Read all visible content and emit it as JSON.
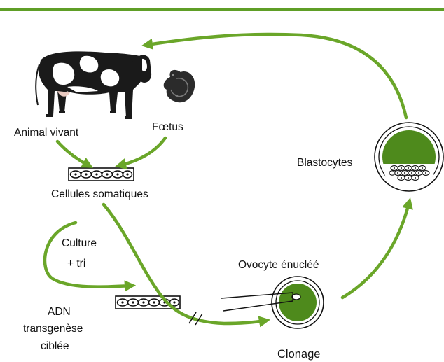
{
  "labels": {
    "animal": "Animal vivant",
    "foetus": "Fœtus",
    "somatic_cells": "Cellules somatiques",
    "culture_line1": "Culture",
    "culture_line2": "+ tri",
    "adn_line1": "ADN",
    "adn_line2": "transgenèse",
    "adn_line3": "ciblée",
    "oocyte": "Ovocyte énucléé",
    "blastocyst": "Blastocytes",
    "cloning": "Clonage"
  },
  "colors": {
    "accent_green": "#6aa629",
    "cell_green": "#4e8a1c",
    "top_rule": "#5f9e26",
    "text": "#111111"
  },
  "icons": {
    "animal": "holstein-cow-icon",
    "foetus": "foetus-icon",
    "cell_dish": "cell-culture-dish-icon",
    "oocyte": "enucleated-oocyte-icon",
    "blastocyst": "blastocyst-icon",
    "micropipette": "micropipette-icon"
  }
}
